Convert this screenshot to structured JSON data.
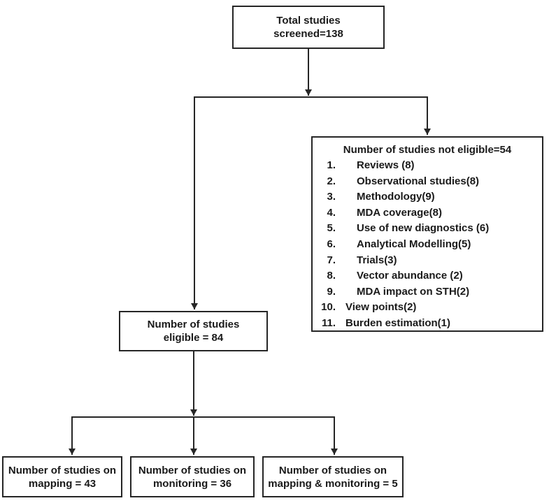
{
  "diagram": {
    "type": "flowchart",
    "background_color": "#ffffff",
    "line_color": "#262626",
    "text_color": "#1a1a1a",
    "boxes": {
      "screened": {
        "lines": [
          "Total studies",
          "screened=138"
        ]
      },
      "not_eligible": {
        "title": "Number of studies not eligible=54",
        "items": [
          {
            "num": "1.",
            "label": "Reviews (8)"
          },
          {
            "num": "2.",
            "label": "Observational studies(8)"
          },
          {
            "num": "3.",
            "label": "Methodology(9)"
          },
          {
            "num": "4.",
            "label": "MDA coverage(8)"
          },
          {
            "num": "5.",
            "label": "Use of new diagnostics (6)"
          },
          {
            "num": "6.",
            "label": "Analytical Modelling(5)"
          },
          {
            "num": "7.",
            "label": "Trials(3)"
          },
          {
            "num": "8.",
            "label": "Vector abundance (2)"
          },
          {
            "num": "9.",
            "label": "MDA impact on STH(2)"
          },
          {
            "num": "10.",
            "label": "View points(2)"
          },
          {
            "num": "11.",
            "label": "Burden estimation(1)"
          }
        ]
      },
      "eligible": {
        "lines": [
          "Number of studies",
          "eligible = 84"
        ]
      },
      "mapping": {
        "lines": [
          "Number of studies on",
          "mapping = 43"
        ]
      },
      "monitoring": {
        "lines": [
          "Number of studies on",
          "monitoring = 36"
        ]
      },
      "mapping_monitoring": {
        "lines": [
          "Number of studies on",
          "mapping & monitoring = 5"
        ]
      }
    }
  }
}
